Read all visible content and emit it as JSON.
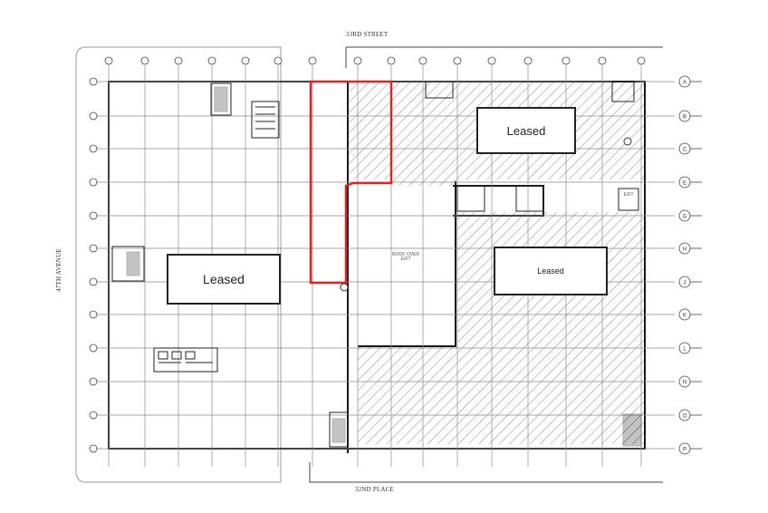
{
  "streets": {
    "north": "33RD STREET",
    "south": "32ND PLACE",
    "west": "47TH AVENUE"
  },
  "leased_labels": [
    "Leased",
    "Leased",
    "Leased"
  ],
  "notes": {
    "roof_over": "ROOF OVER\nEXIT",
    "upper_note": "",
    "fire_exit": "EXIT"
  },
  "grid_row_letters": [
    "A",
    "B",
    "C",
    "E",
    "G",
    "H",
    "J",
    "K",
    "L",
    "N",
    "O",
    "P"
  ],
  "colors": {
    "line": "#1a1a1a",
    "hatch": "#6b6b6b",
    "highlight": "#d62828",
    "lot": "#9a9a9a"
  }
}
